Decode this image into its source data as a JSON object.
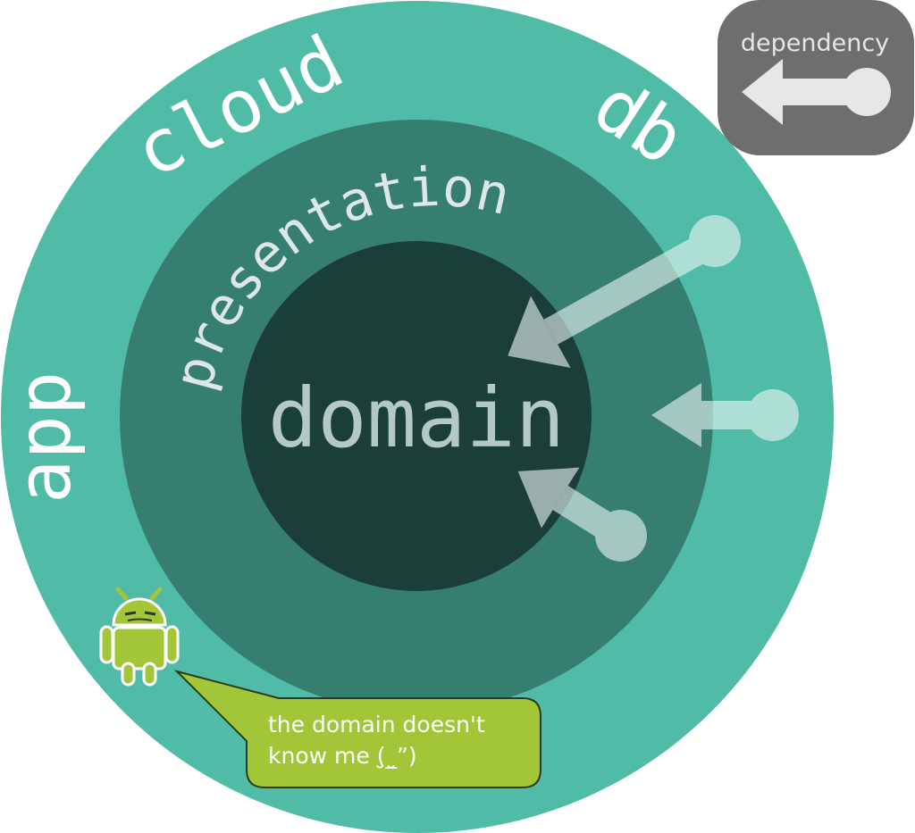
{
  "layers": {
    "outer": {
      "labels": [
        "cloud",
        "db",
        "app"
      ],
      "color": "#50bca8"
    },
    "middle": {
      "label": "presentation",
      "color": "#357e70"
    },
    "core": {
      "label": "domain",
      "color": "#1b3e38",
      "text_color": "#b4c8c4"
    }
  },
  "legend": {
    "label": "dependency",
    "bg_color": "#6e6e6e",
    "arrow_color": "#e6e6e6"
  },
  "speech_bubble": {
    "line1": "the domain doesn't",
    "line2": "know me (̮_̮”)",
    "color": "#a3c639"
  },
  "android": {
    "icon": "android-robot-icon",
    "color": "#a3c639"
  },
  "arrow_color": "#c6eae2"
}
